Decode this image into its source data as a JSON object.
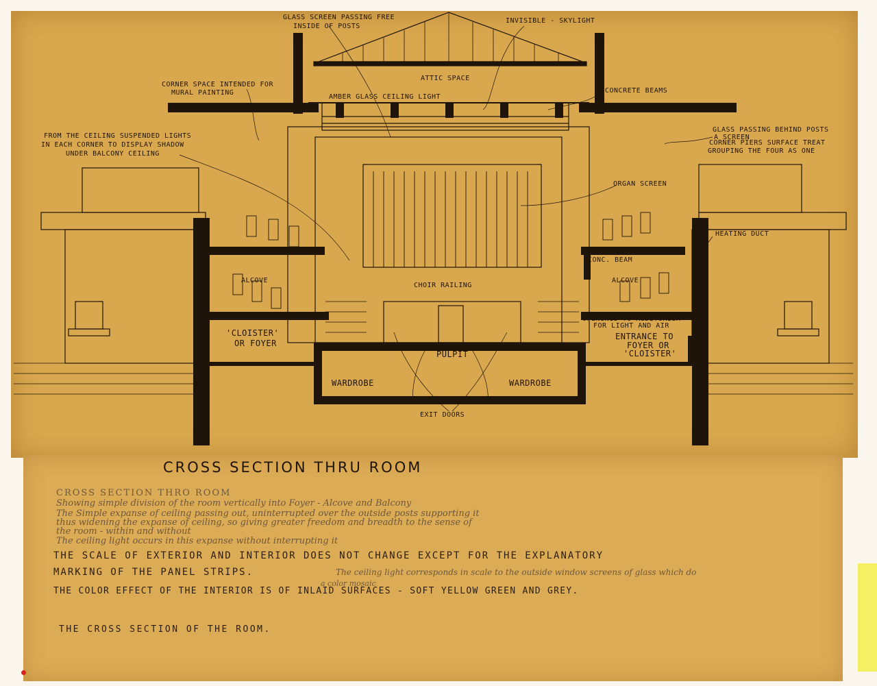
{
  "title": "CROSS SECTION THRU ROOM",
  "labels": {
    "glass_screen": "GLASS SCREEN PASSING FREE",
    "glass_screen2": "INSIDE OF POSTS",
    "skylight": "INVISIBLE - SKYLIGHT",
    "attic": "ATTIC SPACE",
    "corner_space": "CORNER SPACE INTENDED FOR",
    "corner_space2": "MURAL PAINTING",
    "amber": "AMBER GLASS CEILING LIGHT",
    "concrete_beams": "CONCRETE BEAMS",
    "ceiling_lights1": "FROM THE CEILING SUSPENDED LIGHTS",
    "ceiling_lights2": "IN EACH CORNER TO DISPLAY SHADOW",
    "ceiling_lights3": "UNDER BALCONY CEILING",
    "glass_passing1": "GLASS PASSING BEHIND POSTS",
    "glass_passing2": "A SCREEN",
    "corner_piers1": "CORNER PIERS SURFACE TREAT",
    "corner_piers2": "GROUPING THE FOUR AS ONE",
    "organ_screen": "ORGAN SCREEN",
    "heating_duct": "HEATING DUCT",
    "alcove_left": "ALCOVE",
    "alcove_right": "ALCOVE",
    "conc_beam": "CONC. BEAM",
    "choir_railing": "CHOIR RAILING",
    "cloister_left1": "'CLOISTER'",
    "cloister_left2": "OR FOYER",
    "openings1": "OPENINGS TO AUDITORIUM",
    "openings2": "FOR LIGHT AND AIR",
    "entrance1": "ENTRANCE TO",
    "entrance2": "FOYER OR",
    "entrance3": "'CLOISTER'",
    "pulpit": "PULPIT",
    "wardrobe_left": "WARDROBE",
    "wardrobe_right": "WARDROBE",
    "exit_doors": "EXIT DOORS"
  },
  "pencil_notes": [
    "CROSS SECTION THRO ROOM",
    "Showing simple division of the room vertically into Foyer - Alcove and Balcony",
    "The Simple expanse of ceiling passing out, uninterrupted over the outside posts supporting it",
    "thus widening the expanse of ceiling, so giving greater freedom and breadth to the sense of",
    "the room - within and without",
    "The ceiling light occurs in this expanse without interrupting it"
  ],
  "ink_notes": {
    "line1": "THE SCALE OF EXTERIOR AND INTERIOR DOES NOT CHANGE EXCEPT FOR THE EXPLANATORY",
    "line2": "MARKING OF THE PANEL STRIPS.",
    "line2_pencil": "The ceiling light corresponds in scale to the outside window screens of glass which do",
    "line3_a": "THE COLOR EFFECT OF THE INTERIOR IS OF INLAID SURFACES - SOFT YELLOW GREEN AND GREY.",
    "line3_pencil": "a color mosaic",
    "line4": "THE CROSS SECTION OF THE ROOM."
  },
  "colors": {
    "paper": "#d9a84e",
    "ink": "#1f140a",
    "sticky": "#f4f064"
  }
}
